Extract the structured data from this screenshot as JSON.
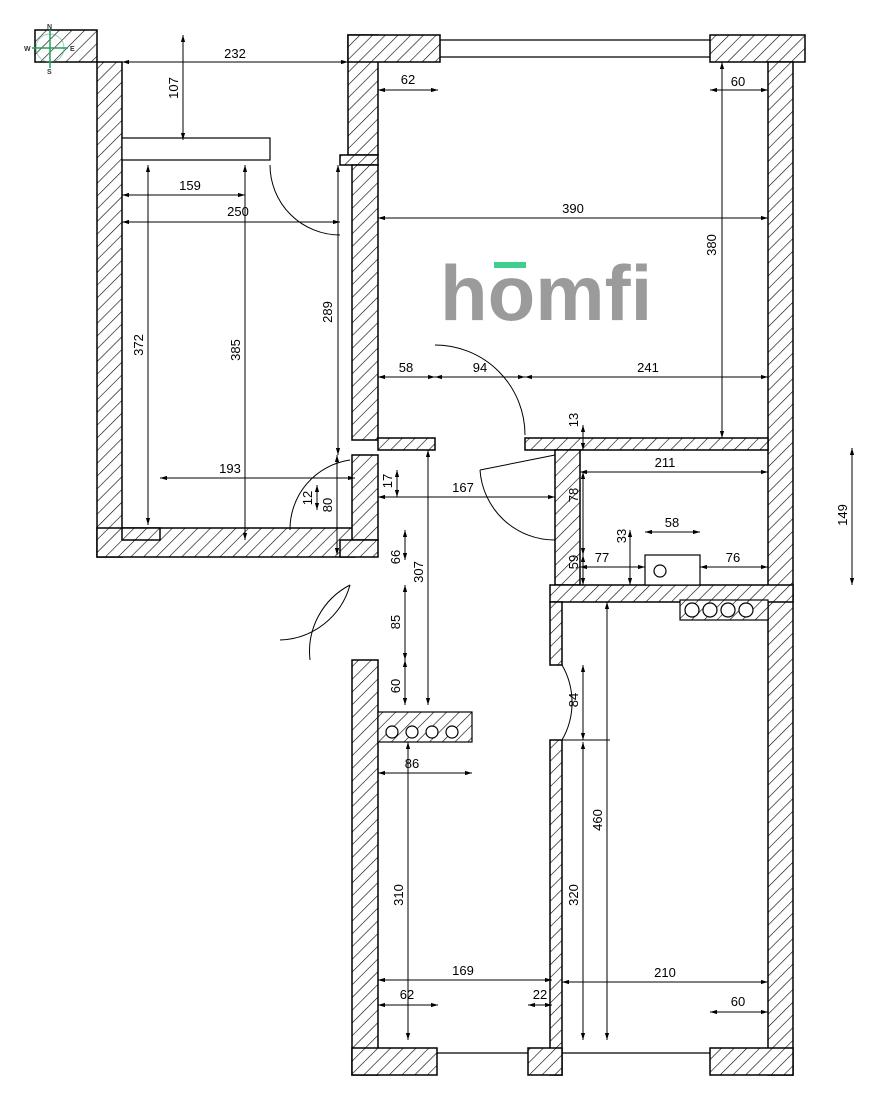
{
  "compass": {
    "n": "N",
    "s": "S",
    "e": "E",
    "w": "W",
    "color": "#1fa35a"
  },
  "watermark": {
    "text": "homfi",
    "color": "#8a8a8a",
    "accent": "#3ecf8e"
  },
  "wall_color": "#000000",
  "dimensions": [
    "232",
    "107",
    "62",
    "60",
    "159",
    "250",
    "390",
    "380",
    "372",
    "385",
    "289",
    "58",
    "94",
    "241",
    "13",
    "211",
    "149",
    "17",
    "167",
    "78",
    "193",
    "12",
    "80",
    "58",
    "33",
    "77",
    "76",
    "59",
    "66",
    "307",
    "85",
    "60",
    "460",
    "84",
    "86",
    "310",
    "320",
    "169",
    "210",
    "62",
    "22",
    "60"
  ]
}
